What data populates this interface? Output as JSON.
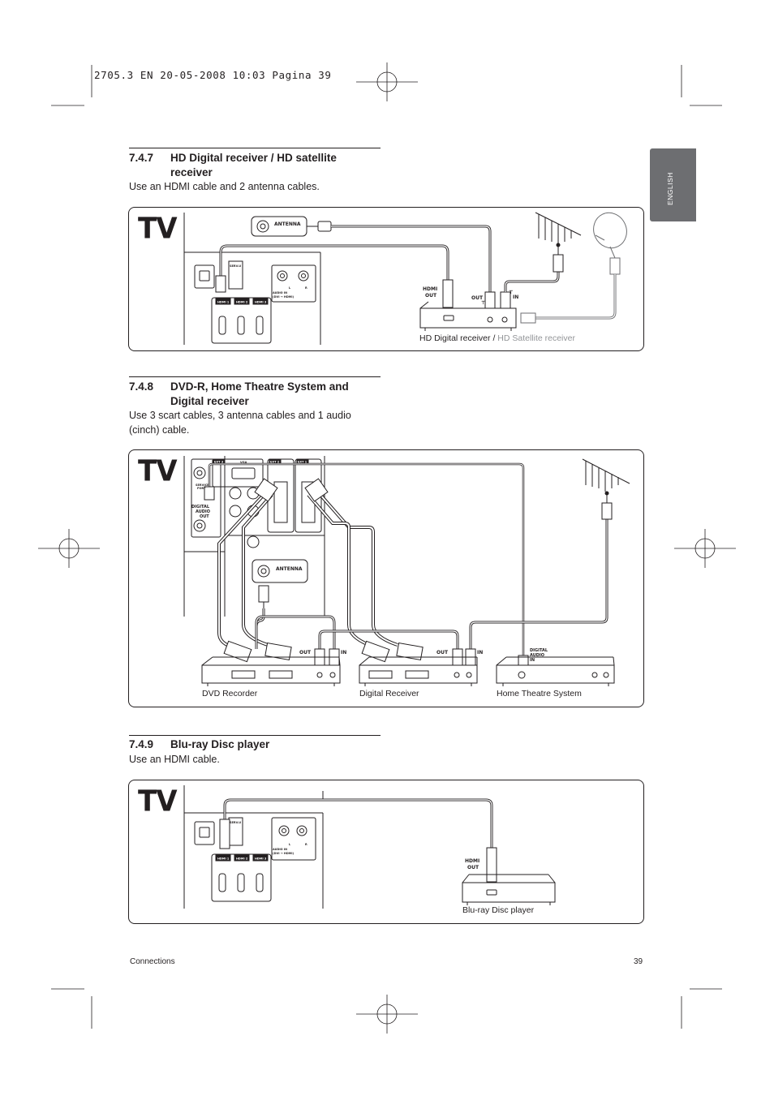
{
  "header_line": "2705.3 EN  20-05-2008  10:03  Pagina 39",
  "side_tab": "ENGLISH",
  "tv_label": "TV",
  "sections": [
    {
      "number": "7.4.7",
      "title_line1": "HD Digital receiver / HD satellite",
      "title_line2": "receiver",
      "body_line1": "Use an HDMI cable and 2 antenna cables.",
      "body_line2": ""
    },
    {
      "number": "7.4.8",
      "title_line1": "DVD-R, Home Theatre System and",
      "title_line2": "Digital receiver",
      "body_line1": "Use 3 scart cables, 3 antenna cables and 1 audio",
      "body_line2": "(cinch) cable."
    },
    {
      "number": "7.4.9",
      "title_line1": "Blu-ray Disc player",
      "title_line2": "",
      "body_line1": "Use an HDMI cable.",
      "body_line2": ""
    }
  ],
  "diagram1": {
    "caption_main": "HD Digital receiver /",
    "caption_grey": "HD Satellite receiver",
    "labels": {
      "antenna": "ANTENNA",
      "hdmi_out_1": "HDMI",
      "hdmi_out_2": "OUT",
      "ant_out": "OUT",
      "ant_in": "IN",
      "audio_in_1": "AUDIO IN",
      "audio_in_2": "(DVI → HDMI)",
      "l": "L",
      "r": "R",
      "hdmi1": "HDMI 1",
      "hdmi2": "HDMI 2",
      "hdmi3": "HDMI 3",
      "serv": "SERV.U"
    }
  },
  "diagram2": {
    "caption_dvd": "DVD Recorder",
    "caption_digital": "Digital Receiver",
    "caption_hts": "Home Theatre System",
    "labels": {
      "antenna": "ANTENNA",
      "service_port_1": "SERVICE",
      "service_port_2": "PORT",
      "digital_audio_1": "DIGITAL",
      "digital_audio_2": "AUDIO",
      "digital_audio_3": "OUT",
      "vga": "VGA",
      "ext3": "EXT 3",
      "ext2": "EXT 2",
      "ext1": "EXT 1",
      "out_a": "OUT",
      "in_a": "IN",
      "out_b": "OUT",
      "in_b": "IN",
      "hts_digital": "DIGITAL",
      "hts_audio": "AUDIO",
      "hts_in": "IN"
    }
  },
  "diagram3": {
    "caption": "Blu-ray Disc player",
    "labels": {
      "hdmi_out_1": "HDMI",
      "hdmi_out_2": "OUT",
      "audio_in_1": "AUDIO IN",
      "audio_in_2": "(DVI → HDMI)",
      "l": "L",
      "r": "R",
      "hdmi1": "HDMI 1",
      "hdmi2": "HDMI 2",
      "hdmi3": "HDMI 3",
      "serv": "SERV.U"
    }
  },
  "footer": {
    "left": "Connections",
    "page": "39"
  }
}
